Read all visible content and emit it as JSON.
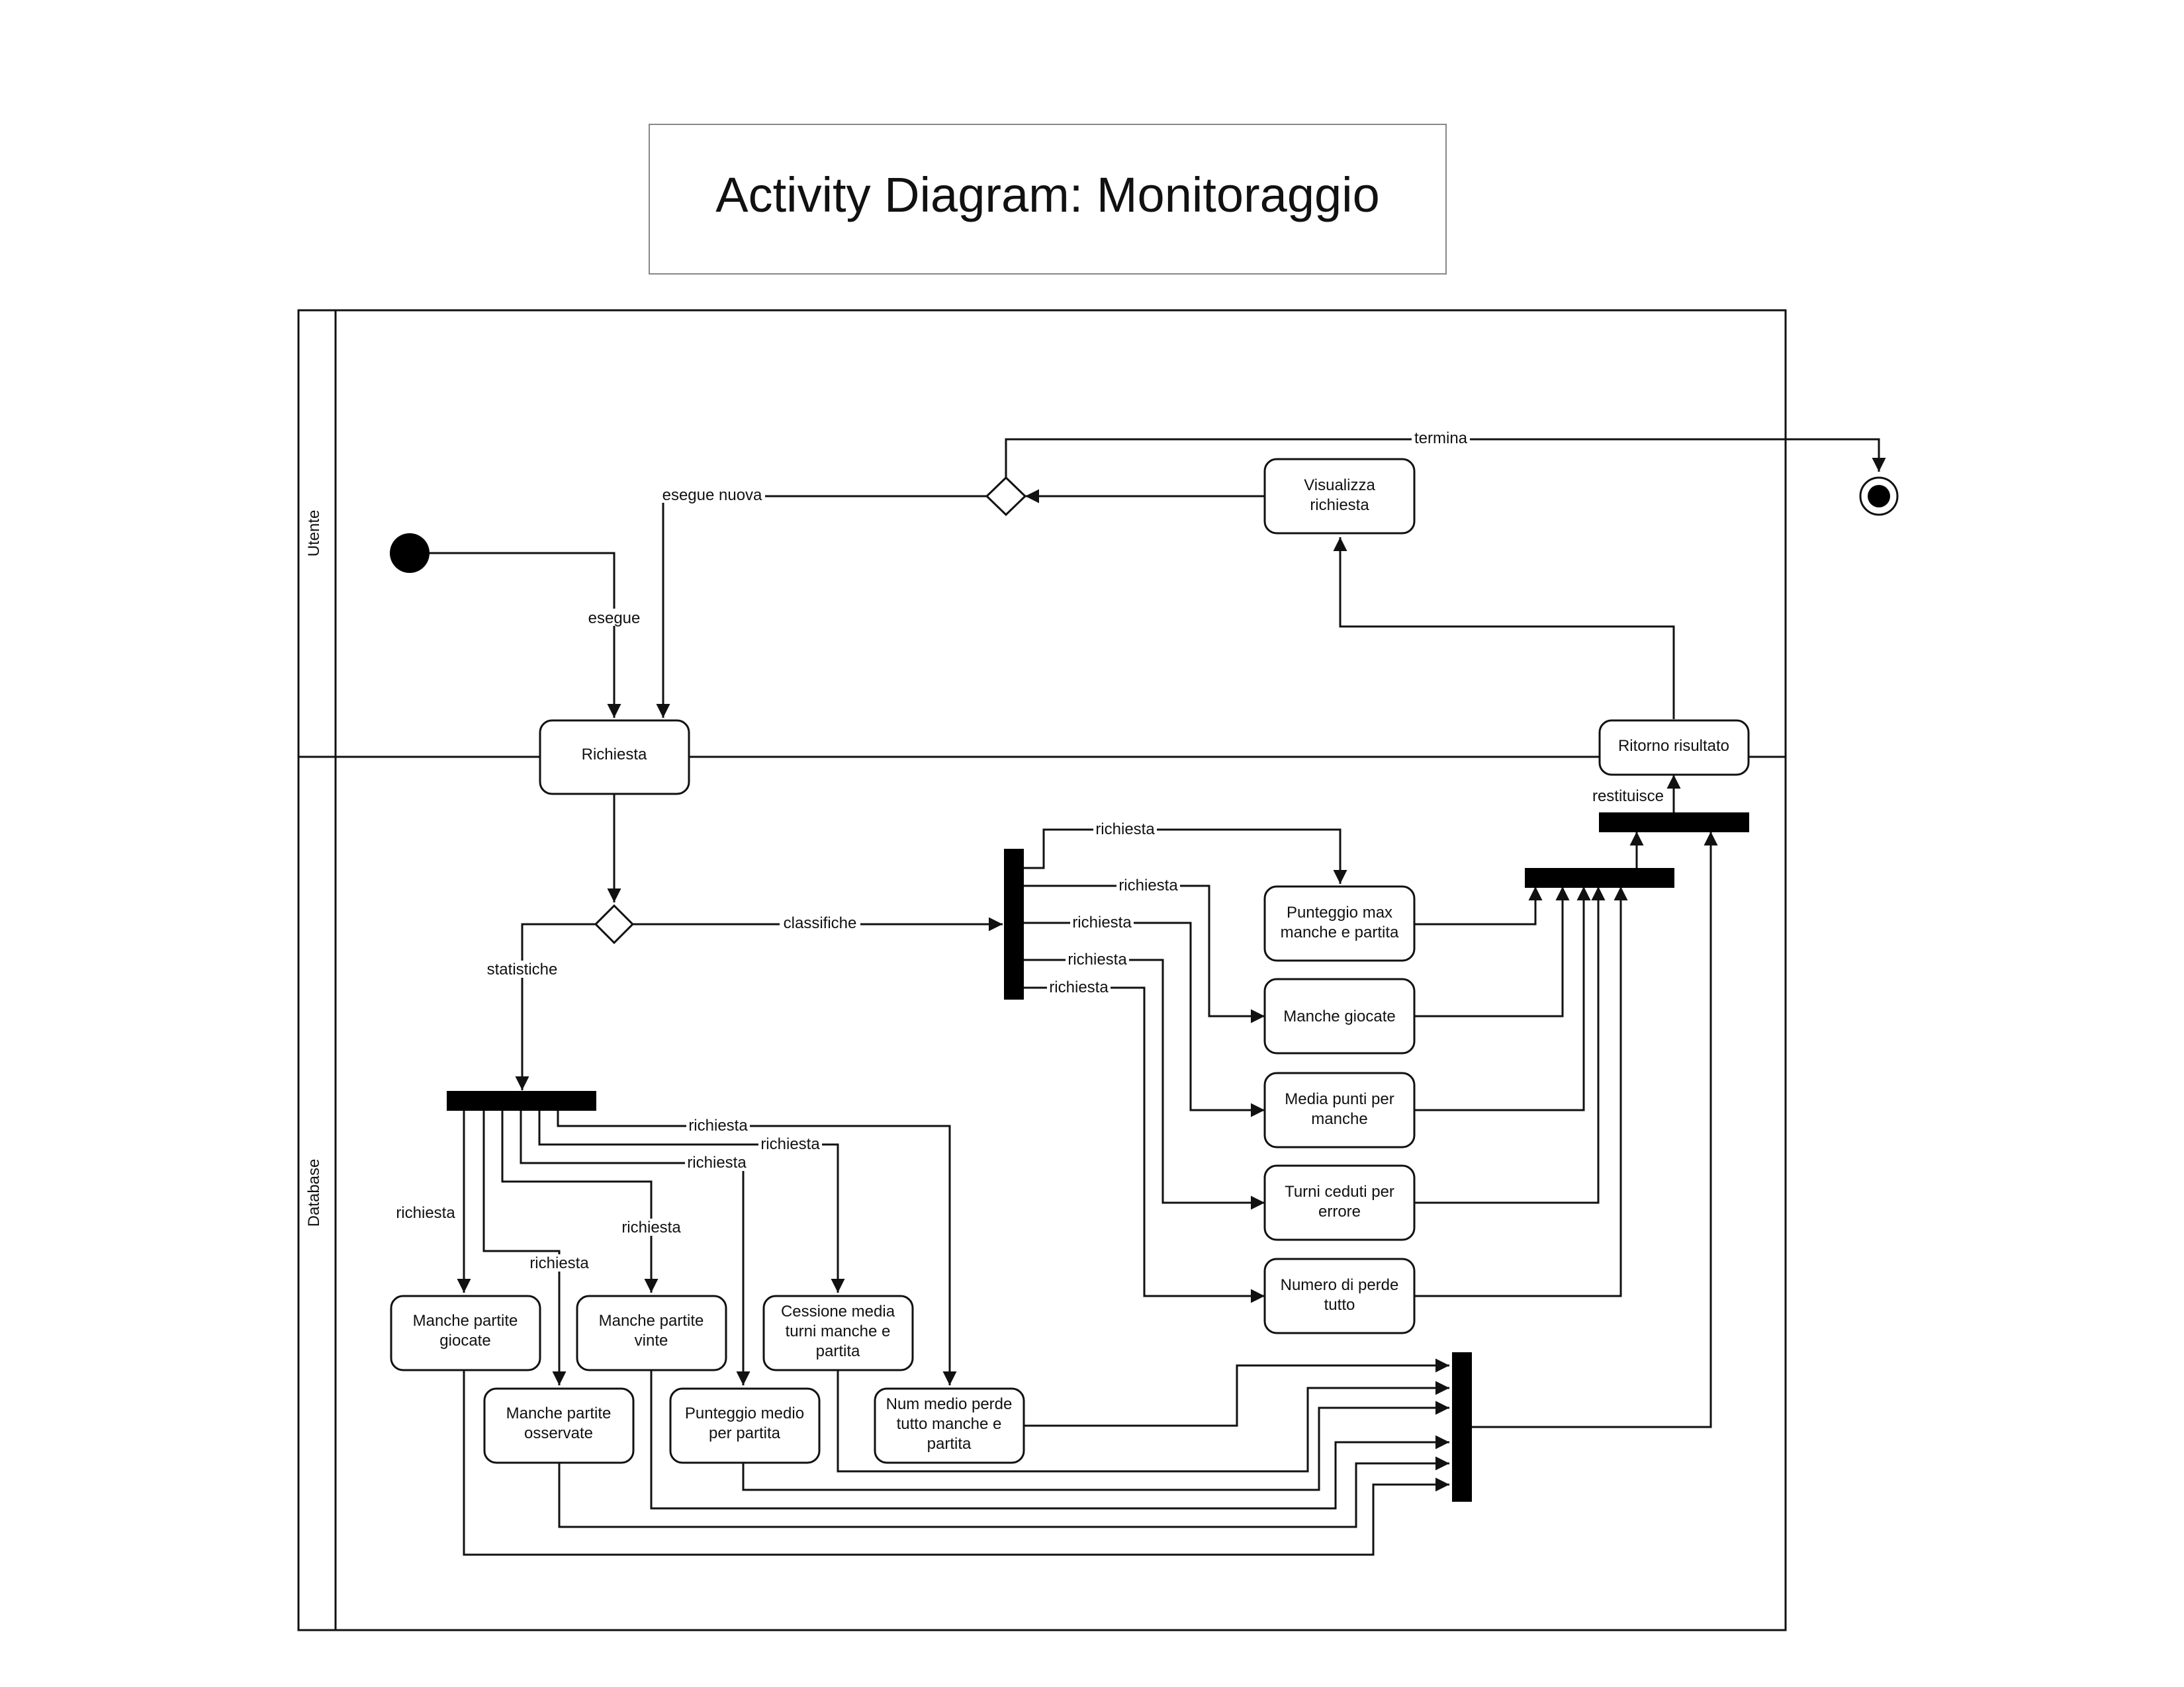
{
  "title": "Activity Diagram: Monitoraggio",
  "lanes": {
    "utente": "Utente",
    "database": "Database"
  },
  "nodes": {
    "visualizza_richiesta": [
      "Visualizza",
      "richiesta"
    ],
    "richiesta": [
      "Richiesta"
    ],
    "ritorno_risultato": [
      "Ritorno risultato"
    ],
    "punteggio_max": [
      "Punteggio max",
      "manche e partita"
    ],
    "manche_giocate": [
      "Manche giocate"
    ],
    "media_punti": [
      "Media punti per",
      "manche"
    ],
    "turni_ceduti": [
      "Turni ceduti per",
      "errore"
    ],
    "numero_perde_tutto": [
      "Numero di perde",
      "tutto"
    ],
    "manche_partite_giocate": [
      "Manche partite",
      "giocate"
    ],
    "manche_partite_vinte": [
      "Manche partite",
      "vinte"
    ],
    "cessione_media": [
      "Cessione media",
      "turni manche e",
      "partita"
    ],
    "manche_partite_osservate": [
      "Manche partite",
      "osservate"
    ],
    "punteggio_medio": [
      "Punteggio medio",
      "per partita"
    ],
    "num_medio_perde_tutto": [
      "Num medio perde",
      "tutto manche e",
      "partita"
    ]
  },
  "edge_labels": {
    "termina": "termina",
    "esegue_nuova": "esegue nuova",
    "esegue": "esegue",
    "restituisce": "restituisce",
    "classifiche": "classifiche",
    "statistiche": "statistiche",
    "richiesta": "richiesta"
  }
}
